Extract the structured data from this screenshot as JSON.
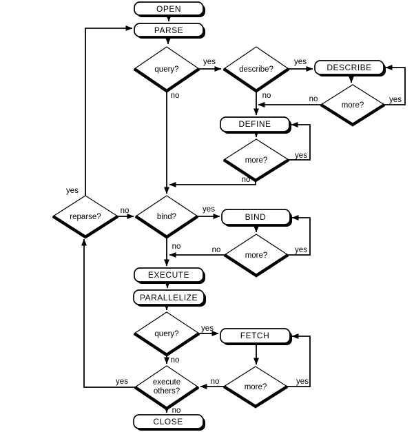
{
  "diagram": {
    "kind": "flowchart",
    "background": "#ffffff",
    "line_color": "#000000",
    "node_fill": "#ffffff"
  },
  "nodes": {
    "open": {
      "label": "OPEN",
      "shape": "rounded-box"
    },
    "parse": {
      "label": "PARSE",
      "shape": "rounded-box"
    },
    "query1": {
      "label": "query?",
      "shape": "diamond"
    },
    "describe_q": {
      "label": "describe?",
      "shape": "diamond"
    },
    "describe": {
      "label": "DESCRIBE",
      "shape": "rounded-box"
    },
    "more1": {
      "label": "more?",
      "shape": "diamond"
    },
    "define": {
      "label": "DEFINE",
      "shape": "rounded-box"
    },
    "more2": {
      "label": "more?",
      "shape": "diamond"
    },
    "reparse": {
      "label": "reparse?",
      "shape": "diamond"
    },
    "bind_q": {
      "label": "bind?",
      "shape": "diamond"
    },
    "bind": {
      "label": "BIND",
      "shape": "rounded-box"
    },
    "more3": {
      "label": "more?",
      "shape": "diamond"
    },
    "execute": {
      "label": "EXECUTE",
      "shape": "rounded-box"
    },
    "parallelize": {
      "label": "PARALLELIZE",
      "shape": "rounded-box"
    },
    "query2": {
      "label": "query?",
      "shape": "diamond"
    },
    "fetch": {
      "label": "FETCH",
      "shape": "rounded-box"
    },
    "more4": {
      "label": "more?",
      "shape": "diamond"
    },
    "execute_others": {
      "label": "execute others?",
      "line1": "execute",
      "line2": "others?",
      "shape": "diamond"
    },
    "close": {
      "label": "CLOSE",
      "shape": "rounded-box"
    }
  },
  "edges": [
    {
      "from": "open",
      "to": "parse",
      "label": ""
    },
    {
      "from": "parse",
      "to": "query1",
      "label": ""
    },
    {
      "from": "query1",
      "to": "describe_q",
      "label": "yes"
    },
    {
      "from": "query1",
      "to": "bind_q",
      "label": "no"
    },
    {
      "from": "describe_q",
      "to": "describe",
      "label": "yes"
    },
    {
      "from": "describe_q",
      "to": "define",
      "label": "no"
    },
    {
      "from": "describe",
      "to": "more1",
      "label": ""
    },
    {
      "from": "more1",
      "to": "describe",
      "label": "yes"
    },
    {
      "from": "more1",
      "to": "define",
      "label": "no"
    },
    {
      "from": "define",
      "to": "more2",
      "label": ""
    },
    {
      "from": "more2",
      "to": "define",
      "label": "yes"
    },
    {
      "from": "more2",
      "to": "bind_q",
      "label": "no"
    },
    {
      "from": "reparse",
      "to": "parse",
      "label": "yes"
    },
    {
      "from": "reparse",
      "to": "bind_q",
      "label": "no"
    },
    {
      "from": "bind_q",
      "to": "bind",
      "label": "yes"
    },
    {
      "from": "bind_q",
      "to": "execute",
      "label": "no"
    },
    {
      "from": "bind",
      "to": "more3",
      "label": ""
    },
    {
      "from": "more3",
      "to": "bind",
      "label": "yes"
    },
    {
      "from": "more3",
      "to": "execute",
      "label": "no"
    },
    {
      "from": "execute",
      "to": "parallelize",
      "label": ""
    },
    {
      "from": "parallelize",
      "to": "query2",
      "label": ""
    },
    {
      "from": "query2",
      "to": "fetch",
      "label": "yes"
    },
    {
      "from": "query2",
      "to": "execute_others",
      "label": "no"
    },
    {
      "from": "fetch",
      "to": "more4",
      "label": ""
    },
    {
      "from": "more4",
      "to": "fetch",
      "label": "yes"
    },
    {
      "from": "more4",
      "to": "execute_others",
      "label": "no"
    },
    {
      "from": "execute_others",
      "to": "reparse",
      "label": "yes"
    },
    {
      "from": "execute_others",
      "to": "close",
      "label": "no"
    }
  ]
}
